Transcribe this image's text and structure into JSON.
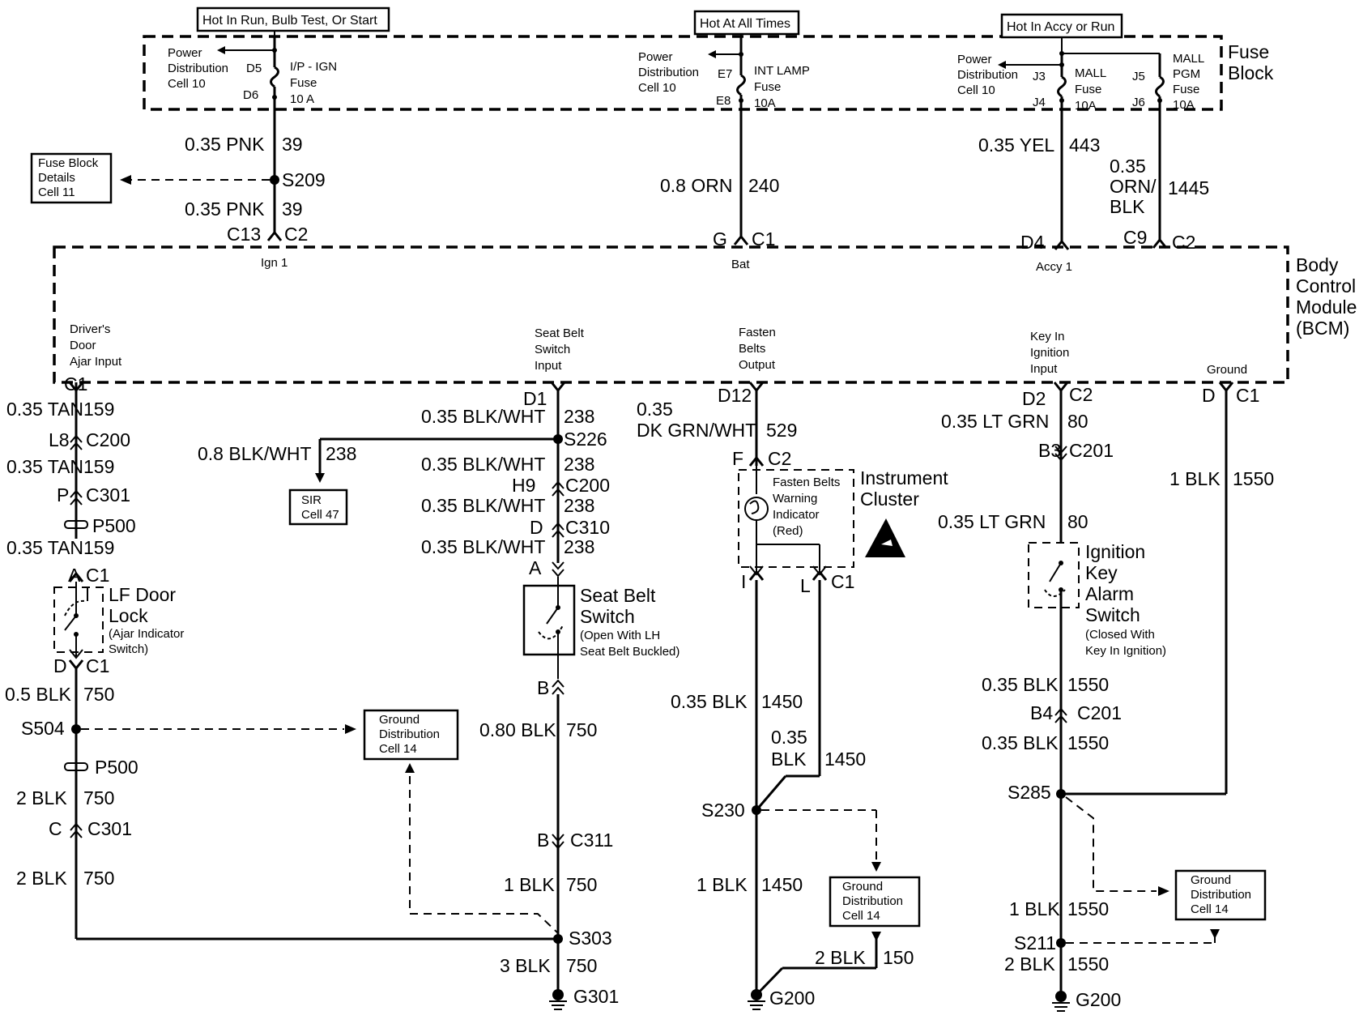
{
  "fuse_block": {
    "hot_run": "Hot In Run, Bulb Test, Or Start",
    "hot_all": "Hot At All Times",
    "hot_accy": "Hot In Accy or Run",
    "title": [
      "Fuse",
      "Block"
    ],
    "pd_cell": [
      "Power",
      "Distribution",
      "Cell 10"
    ],
    "ip_ign": {
      "top_pin": "D5",
      "bottom_pin": "D6",
      "lines": [
        "I/P - IGN",
        "Fuse",
        "10 A"
      ]
    },
    "int_lamp": {
      "top_pin": "E7",
      "bottom_pin": "E8",
      "lines": [
        "INT LAMP",
        "Fuse",
        "10A"
      ]
    },
    "mall": {
      "top_pin": "J3",
      "bottom_pin": "J4",
      "lines": [
        "MALL",
        "Fuse",
        "10A"
      ]
    },
    "mall_pgm": {
      "top_pin": "J5",
      "bottom_pin": "J6",
      "lines": [
        "MALL",
        "PGM",
        "Fuse",
        "10A"
      ]
    }
  },
  "fuse_details": [
    "Fuse Block",
    "Details",
    "Cell 11"
  ],
  "bcm": {
    "title": [
      "Body",
      "Control",
      "Module",
      "(BCM)"
    ],
    "ign1": "Ign 1",
    "bat": "Bat",
    "accy1": "Accy 1",
    "drivers_door": [
      "Driver's",
      "Door",
      "Ajar Input"
    ],
    "seat_belt_input": [
      "Seat Belt",
      "Switch",
      "Input"
    ],
    "fasten_output": [
      "Fasten",
      "Belts",
      "Output"
    ],
    "key_input": [
      "Key In",
      "Ignition",
      "Input"
    ],
    "ground": "Ground"
  },
  "wires": {
    "pnk_a": "0.35 PNK",
    "pnk_a_num": "39",
    "s209": "S209",
    "pnk_b": "0.35 PNK",
    "pnk_b_num": "39",
    "c13": "C13",
    "c2_a": "C2",
    "orn": "0.8 ORN",
    "orn_num": "240",
    "g_pin": "G",
    "c1_bat": "C1",
    "yel": "0.35 YEL",
    "yel_num": "443",
    "orn_blk": [
      "0.35",
      "ORN/",
      "BLK"
    ],
    "orn_blk_num": "1445",
    "d4": "D4",
    "c9": "C9",
    "c2_b": "C2"
  },
  "left_col": {
    "c1_top": "C1",
    "tan1": "0.35 TAN",
    "tan1_num": "159",
    "l8": "L8",
    "c200": "C200",
    "tan2": "0.35 TAN",
    "tan2_num": "159",
    "p": "P",
    "c301": "C301",
    "p500": "P500",
    "tan3": "0.35 TAN",
    "tan3_num": "159",
    "a": "A",
    "c1_a": "C1",
    "lf_lock": [
      "LF Door",
      "Lock"
    ],
    "lf_sub": [
      "(Ajar Indicator",
      "Switch)"
    ],
    "d": "D",
    "c1_d": "C1",
    "blk05": "0.5 BLK",
    "blk05_num": "750",
    "s504": "S504",
    "p500b": "P500",
    "blk2a": "2 BLK",
    "blk2a_num": "750",
    "c": "C",
    "c301b": "C301",
    "blk2b": "2 BLK",
    "blk2b_num": "750"
  },
  "ground_dist": [
    "Ground",
    "Distribution",
    "Cell 14"
  ],
  "seat_col": {
    "d1": "D1",
    "bw1": "0.35 BLK/WHT",
    "bw1_num": "238",
    "s226": "S226",
    "bw08": "0.8 BLK/WHT",
    "bw08_num": "238",
    "sir": [
      "SIR",
      "Cell 47"
    ],
    "bw2": "0.35 BLK/WHT",
    "bw2_num": "238",
    "h9": "H9",
    "c200": "C200",
    "bw3": "0.35 BLK/WHT",
    "bw3_num": "238",
    "d": "D",
    "c310": "C310",
    "bw4": "0.35 BLK/WHT",
    "bw4_num": "238",
    "a": "A",
    "switch": [
      "Seat Belt",
      "Switch"
    ],
    "switch_sub": [
      "(Open With LH",
      "Seat Belt Buckled)"
    ],
    "b": "B",
    "blk080": "0.80 BLK",
    "blk080_num": "750",
    "b2": "B",
    "c311": "C311",
    "blk1": "1 BLK",
    "blk1_num": "750",
    "s303": "S303",
    "blk3": "3 BLK",
    "blk3_num": "750",
    "g301": "G301"
  },
  "fasten_col": {
    "d12": "D12",
    "dkgrn": [
      "0.35",
      "DK GRN/WHT"
    ],
    "dkgrn_num": "529",
    "f": "F",
    "c2": "C2",
    "warn": [
      "Fasten Belts",
      "Warning",
      "Indicator",
      "(Red)"
    ],
    "cluster": [
      "Instrument",
      "Cluster"
    ],
    "i": "I",
    "l": "L",
    "c1": "C1",
    "blk1450": "0.35 BLK",
    "blk1450_num": "1450",
    "blk1450b": [
      "0.35",
      "BLK"
    ],
    "blk1450b_num": "1450",
    "s230": "S230",
    "blk1_1450": "1 BLK",
    "blk1_1450_num": "1450",
    "blk2_150": "2 BLK",
    "blk2_150_num": "150",
    "g200": "G200"
  },
  "key_col": {
    "d2": "D2",
    "c2": "C2",
    "ltgrn1": "0.35 LT GRN",
    "ltgrn1_num": "80",
    "b3": "B3",
    "c201": "C201",
    "ltgrn2": "0.35 LT GRN",
    "ltgrn2_num": "80",
    "switch": [
      "Ignition",
      "Key",
      "Alarm",
      "Switch"
    ],
    "switch_sub": [
      "(Closed With",
      "Key In Ignition)"
    ],
    "blk1550a": "0.35 BLK",
    "blk1550a_num": "1550",
    "b4": "B4",
    "c201b": "C201",
    "blk1550b": "0.35 BLK",
    "blk1550b_num": "1550",
    "s285": "S285",
    "blk1_1550": "1 BLK",
    "blk1_1550_num": "1550",
    "s211": "S211",
    "blk2_1550": "2 BLK",
    "blk2_1550_num": "1550",
    "g200": "G200"
  },
  "ground_col": {
    "d": "D",
    "c1": "C1",
    "blk": "1 BLK",
    "blk_num": "1550"
  }
}
